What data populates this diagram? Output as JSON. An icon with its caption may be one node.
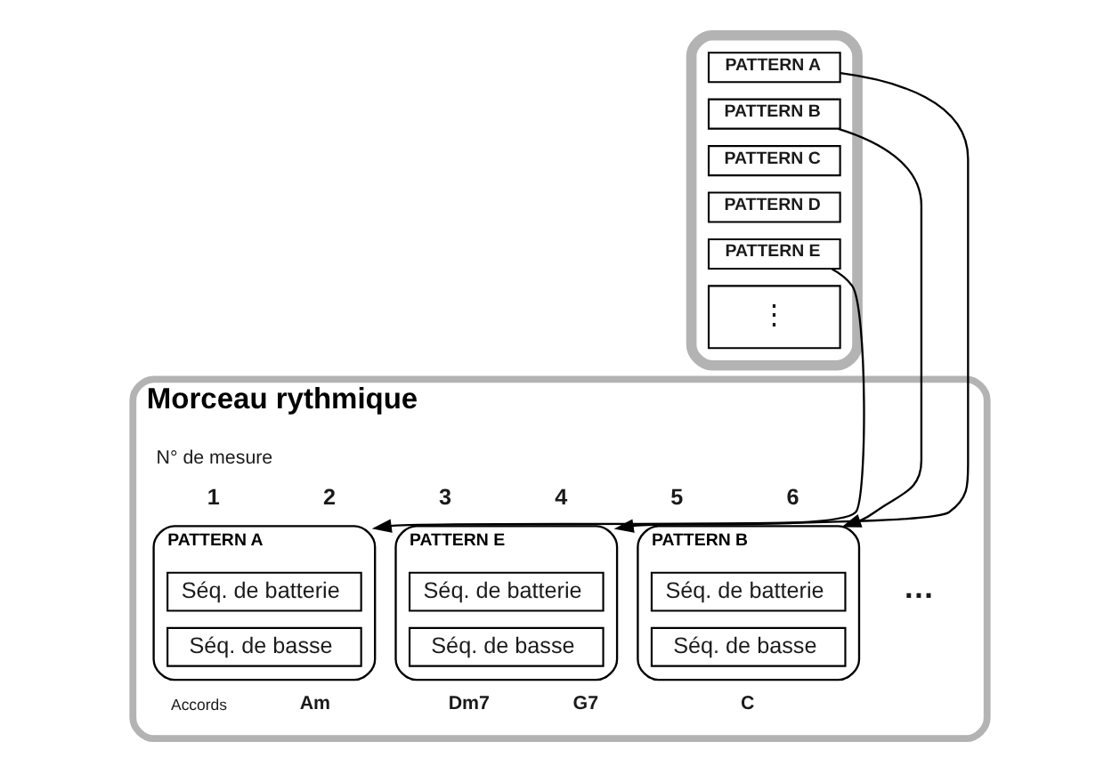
{
  "diagram": {
    "nodes": [
      {
        "text": [],
        "shape": "box"
      },
      {
        "text": [
          "PATTERN A"
        ],
        "in": 0
      },
      {
        "text": [
          "PATTERN B"
        ],
        "in": 0
      },
      {
        "text": [
          "PATTERN C"
        ],
        "in": 0
      },
      {
        "text": [
          "PATTERN D"
        ],
        "in": 0
      },
      {
        "text": [
          "PATTERN E"
        ],
        "in": 0
      },
      {
        "text": [
          "⋮"
        ],
        "in": 0
      },
      {
        "text": [
          "Morceau rythmique"
        ]
      },
      {
        "text": [
          "PATTERN A"
        ],
        "in": 7
      },
      {
        "text": [
          "Séq. de batterie"
        ],
        "in": 8
      },
      {
        "text": [
          "Séq. de basse"
        ],
        "in": 8
      },
      {
        "text": [
          "PATTERN E"
        ],
        "in": 7
      },
      {
        "text": [
          "Séq. de batterie"
        ],
        "in": 11
      },
      {
        "text": [
          "Séq. de basse"
        ],
        "in": 11
      },
      {
        "text": [
          "PATTERN B"
        ],
        "in": 7
      },
      {
        "text": [
          "Séq. de batterie"
        ],
        "in": 14
      },
      {
        "text": [
          "Séq. de basse"
        ],
        "in": 14
      }
    ],
    "edges": [
      {
        "from": 1,
        "to": 8,
        "arrow": "to"
      },
      {
        "from": 5,
        "to": 11,
        "arrow": "to"
      },
      {
        "from": 2,
        "to": 14,
        "arrow": "to"
      }
    ],
    "labels": [
      "N° de mesure",
      "1",
      "2",
      "3",
      "4",
      "5",
      "6",
      "Accords",
      "Am",
      "Dm7",
      "G7",
      "C",
      "…"
    ]
  }
}
